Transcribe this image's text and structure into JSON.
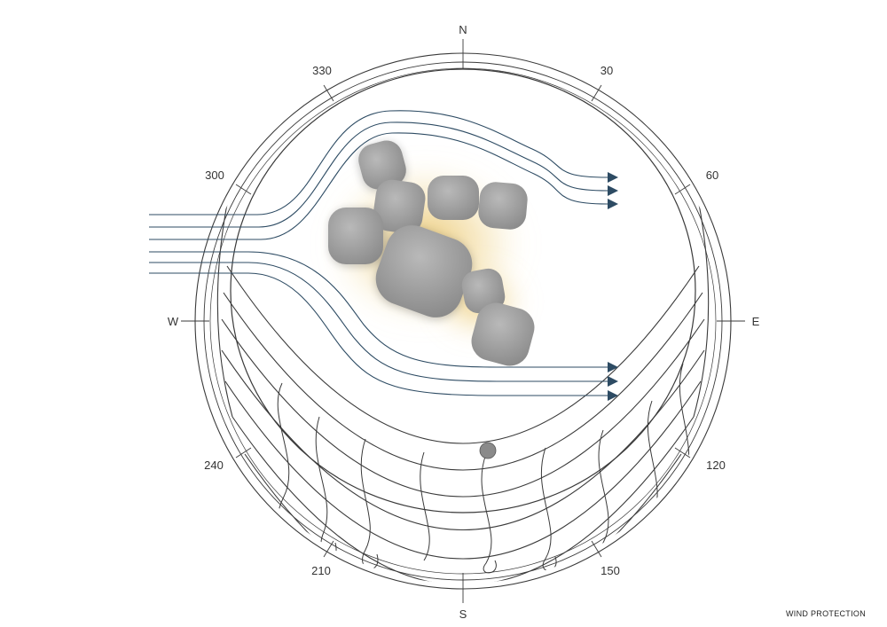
{
  "compass": {
    "north": "N",
    "east": "E",
    "south": "S",
    "west": "W",
    "d30": "30",
    "d60": "60",
    "d120": "120",
    "d150": "150",
    "d210": "210",
    "d240": "240",
    "d300": "300",
    "d330": "330"
  },
  "caption": "WIND PROTECTION",
  "colors": {
    "wind_lines": "#2d4b63",
    "buildings": "#8e8e8e",
    "shelter_glow": "#e3b64a",
    "linework": "#3a3a3a"
  }
}
